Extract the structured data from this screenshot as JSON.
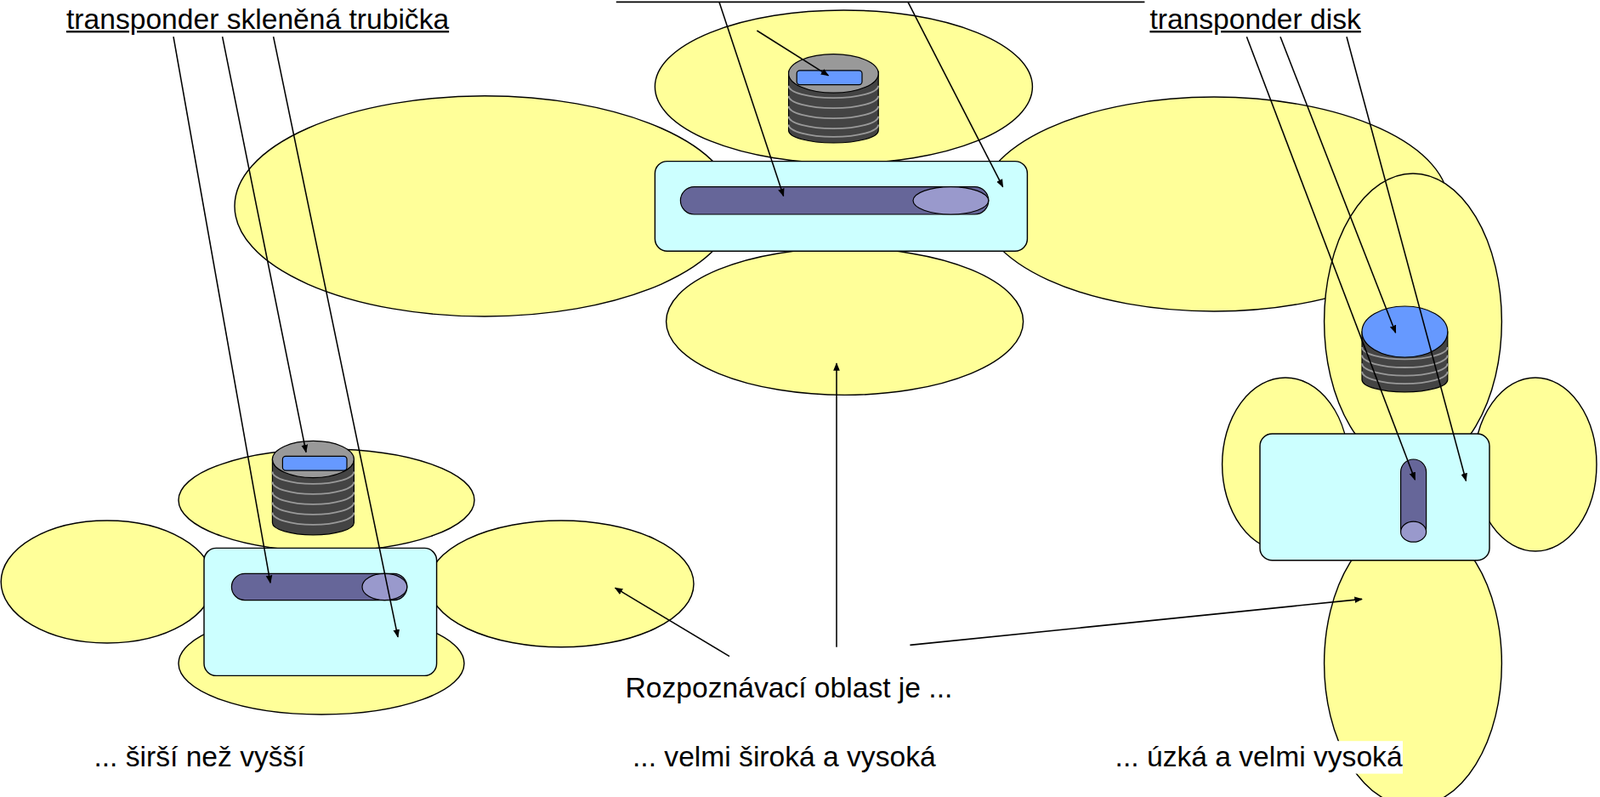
{
  "diagram": {
    "labels": [
      "transponder skleněná trubička",
      "transponder disk",
      "Rozpoznávací oblast je ...",
      "... širší než vyšší",
      "... velmi široká a vysoká",
      "... úzká a velmi vysoká"
    ]
  }
}
